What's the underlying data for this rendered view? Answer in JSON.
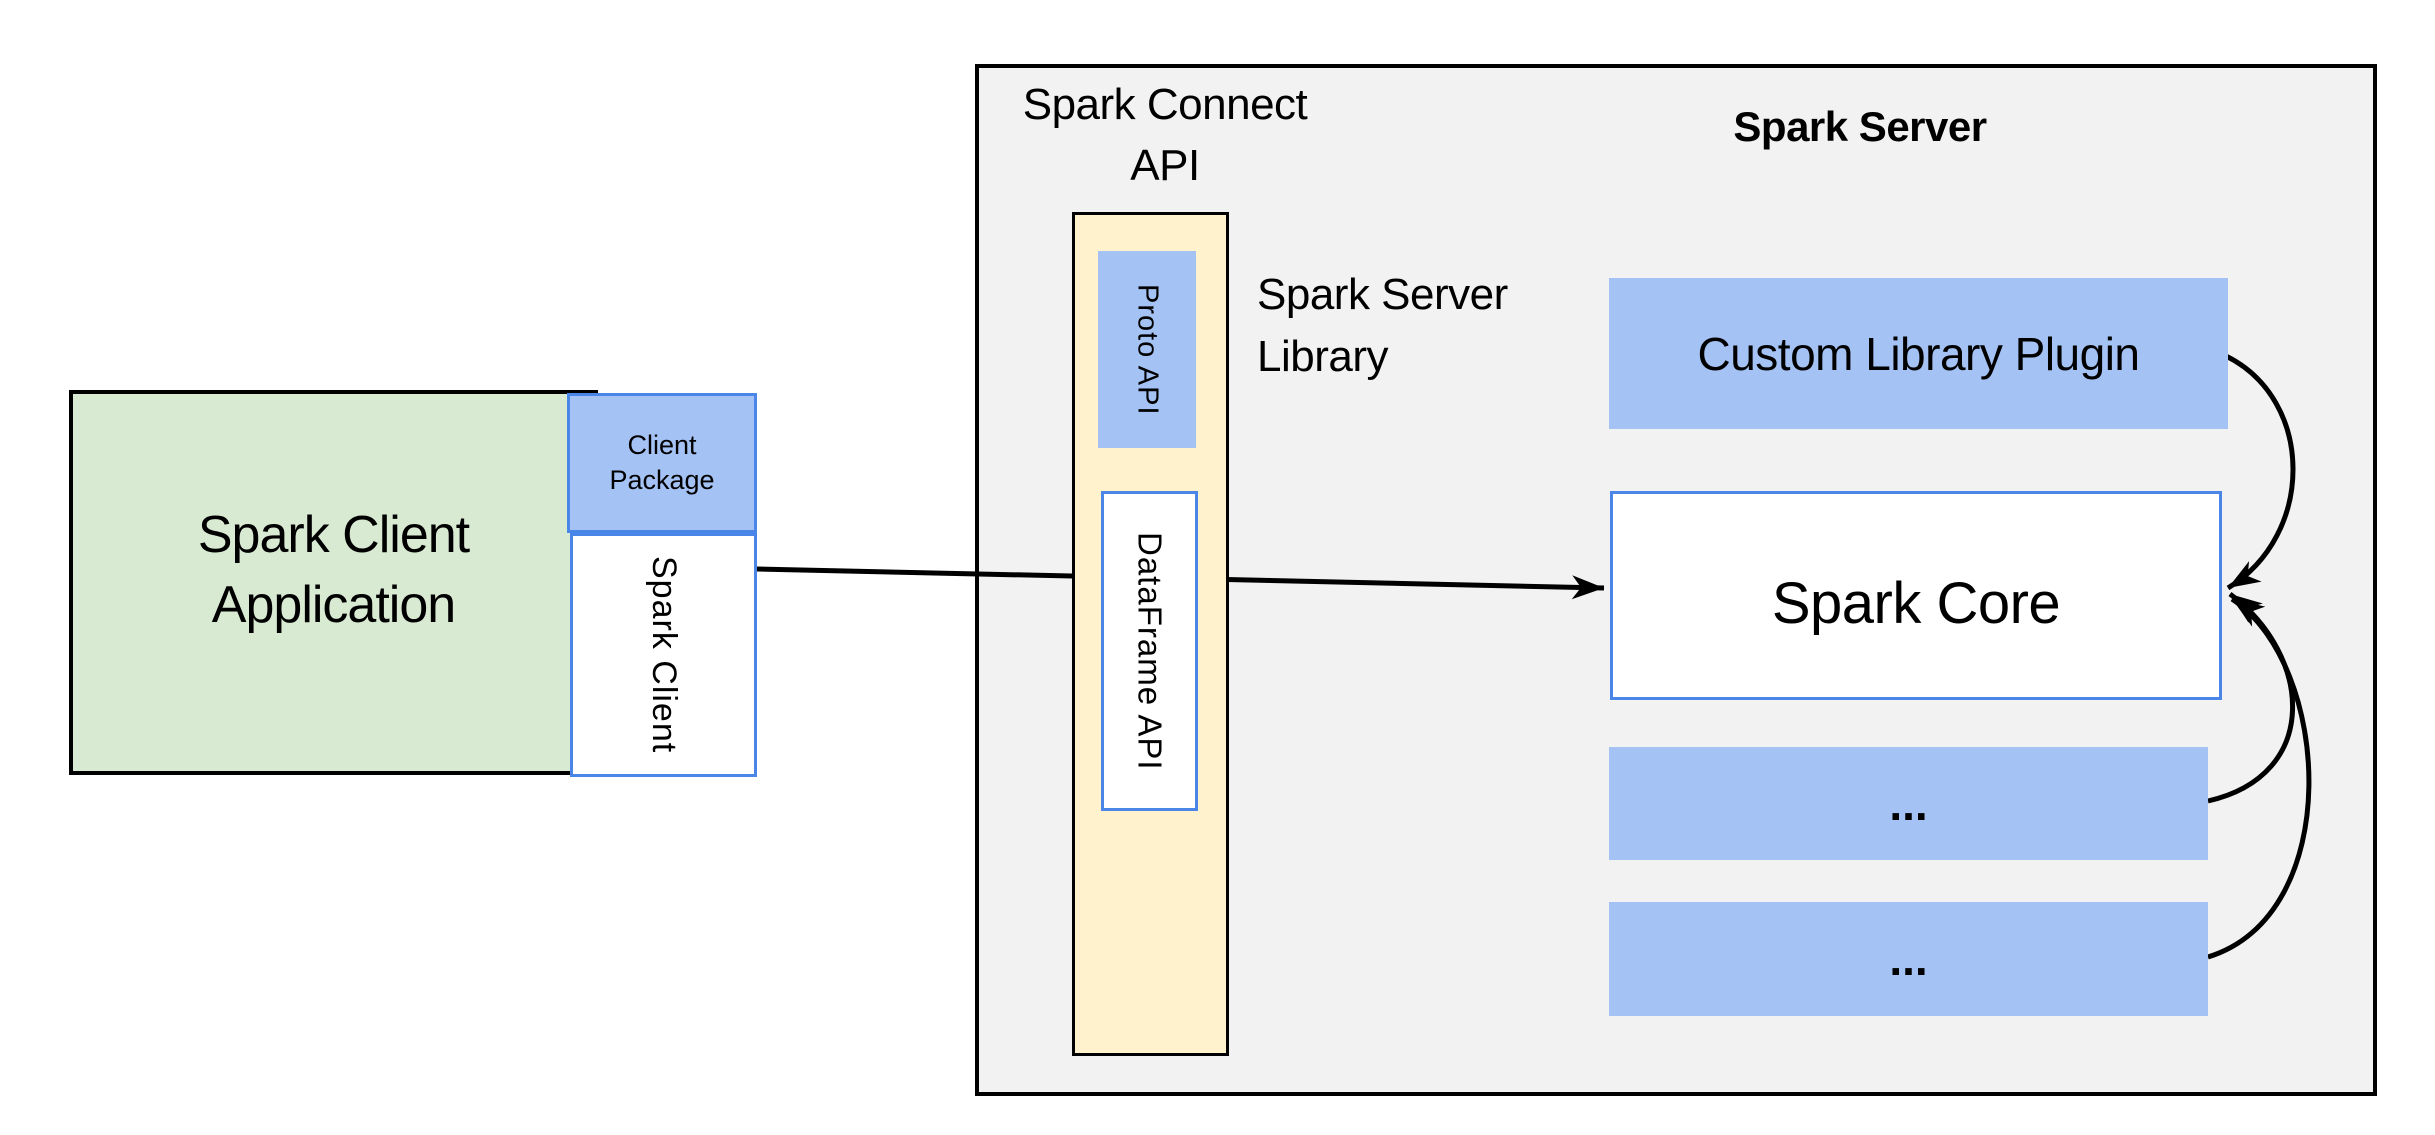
{
  "diagram": {
    "client": {
      "app_label": "Spark Client\nApplication",
      "package_label": "Client\nPackage",
      "client_label": "Spark Client"
    },
    "connect": {
      "panel_label": "Spark Connect\nAPI",
      "proto_label": "Proto API",
      "dataframe_label": "DataFrame API",
      "library_label": "Spark Server\nLibrary"
    },
    "server": {
      "panel_label": "Spark Server",
      "plugin_label": "Custom Library Plugin",
      "core_label": "Spark Core",
      "extension_1_label": "...",
      "extension_2_label": "..."
    },
    "arrows": [
      "spark-client-to-spark-core",
      "custom-library-plugin-to-spark-core",
      "extension-1-to-spark-core",
      "extension-2-to-spark-core"
    ],
    "colors": {
      "green_fill": "#d9ead3",
      "blue_fill": "#a4c2f4",
      "blue_border": "#4a86e8",
      "yellow_fill": "#fff2cc",
      "panel_fill": "#f2f2f2",
      "outline": "#000000",
      "text": "#000000",
      "background": "#ffffff"
    }
  }
}
